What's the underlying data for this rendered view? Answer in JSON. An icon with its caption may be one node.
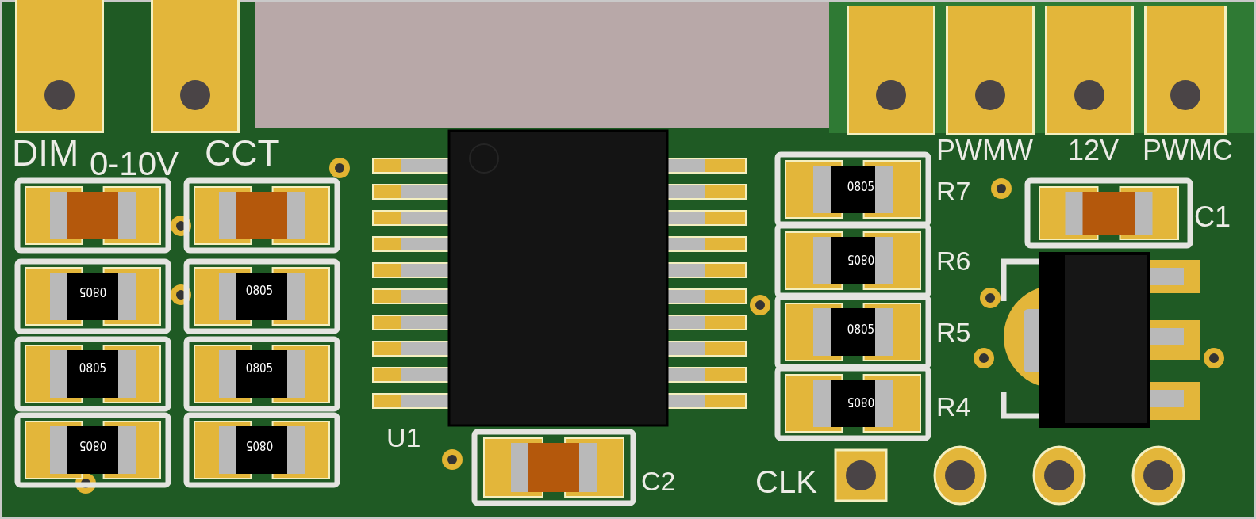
{
  "diagram": {
    "labels": [
      "DIM",
      "0-10V",
      "CCT",
      "PWMW",
      "12V",
      "PWMC",
      "0805",
      "R7",
      "C1",
      "0805",
      "R6",
      "0805",
      "0805",
      "0805",
      "R5",
      "0805",
      "0805",
      "0805",
      "R4",
      "U1",
      "0805",
      "0805",
      "C2",
      "CLK"
    ]
  }
}
